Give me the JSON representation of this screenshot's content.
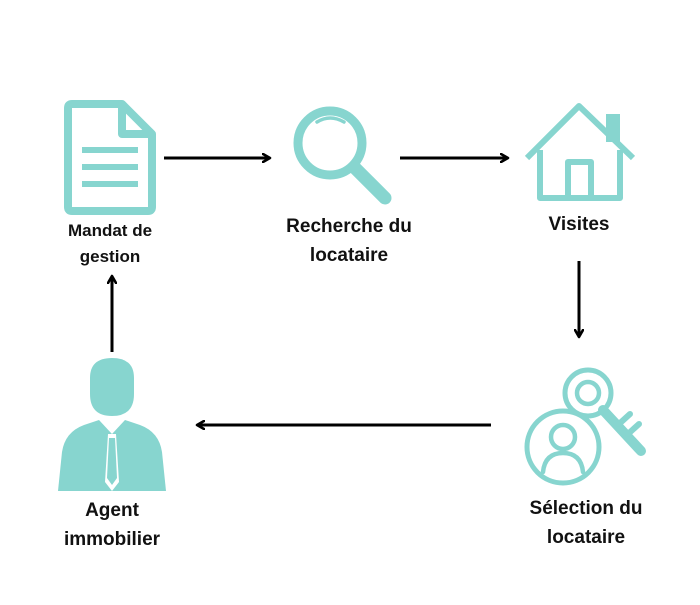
{
  "colors": {
    "accent": "#87d5cf",
    "arrow": "#000000",
    "text": "#111111"
  },
  "nodes": [
    {
      "id": "mandat",
      "icon": "document-icon",
      "lines": [
        "Mandat de",
        "gestion"
      ]
    },
    {
      "id": "recherche",
      "icon": "magnifier-icon",
      "lines": [
        "Recherche du",
        "locataire"
      ]
    },
    {
      "id": "visites",
      "icon": "house-icon",
      "lines": [
        "Visites"
      ]
    },
    {
      "id": "selection",
      "icon": "person-key-icon",
      "lines": [
        "Sélection du",
        "locataire"
      ]
    },
    {
      "id": "agent",
      "icon": "businessman-icon",
      "lines": [
        "Agent",
        "immobilier"
      ]
    }
  ],
  "edges": [
    {
      "from": "mandat",
      "to": "recherche"
    },
    {
      "from": "recherche",
      "to": "visites"
    },
    {
      "from": "visites",
      "to": "selection"
    },
    {
      "from": "selection",
      "to": "agent"
    },
    {
      "from": "agent",
      "to": "mandat"
    }
  ]
}
